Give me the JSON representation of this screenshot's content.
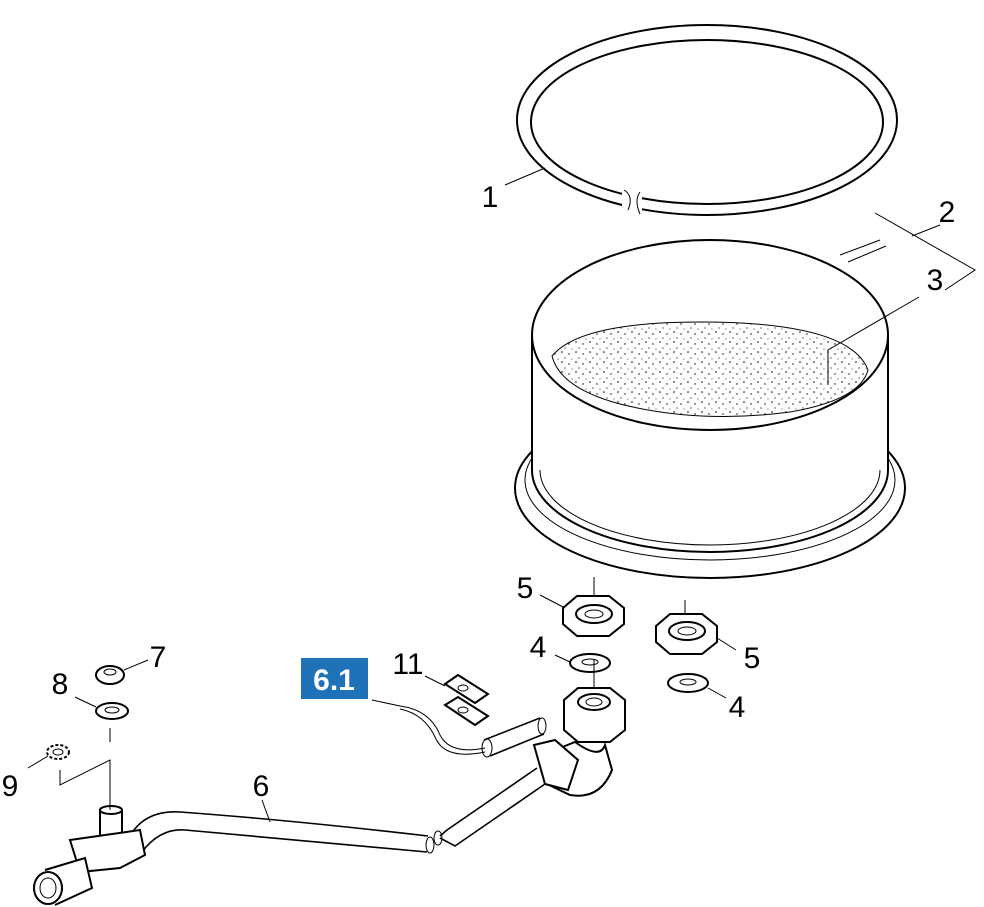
{
  "reference_badge": {
    "text": "6.1",
    "color": "#1f72b8"
  },
  "callouts": [
    {
      "id": "1",
      "text": "1"
    },
    {
      "id": "2",
      "text": "2"
    },
    {
      "id": "3",
      "text": "3"
    },
    {
      "id": "4a",
      "text": "4"
    },
    {
      "id": "4b",
      "text": "4"
    },
    {
      "id": "5a",
      "text": "5"
    },
    {
      "id": "5b",
      "text": "5"
    },
    {
      "id": "6",
      "text": "6"
    },
    {
      "id": "7",
      "text": "7"
    },
    {
      "id": "8",
      "text": "8"
    },
    {
      "id": "9",
      "text": "9"
    },
    {
      "id": "11",
      "text": "11"
    }
  ]
}
